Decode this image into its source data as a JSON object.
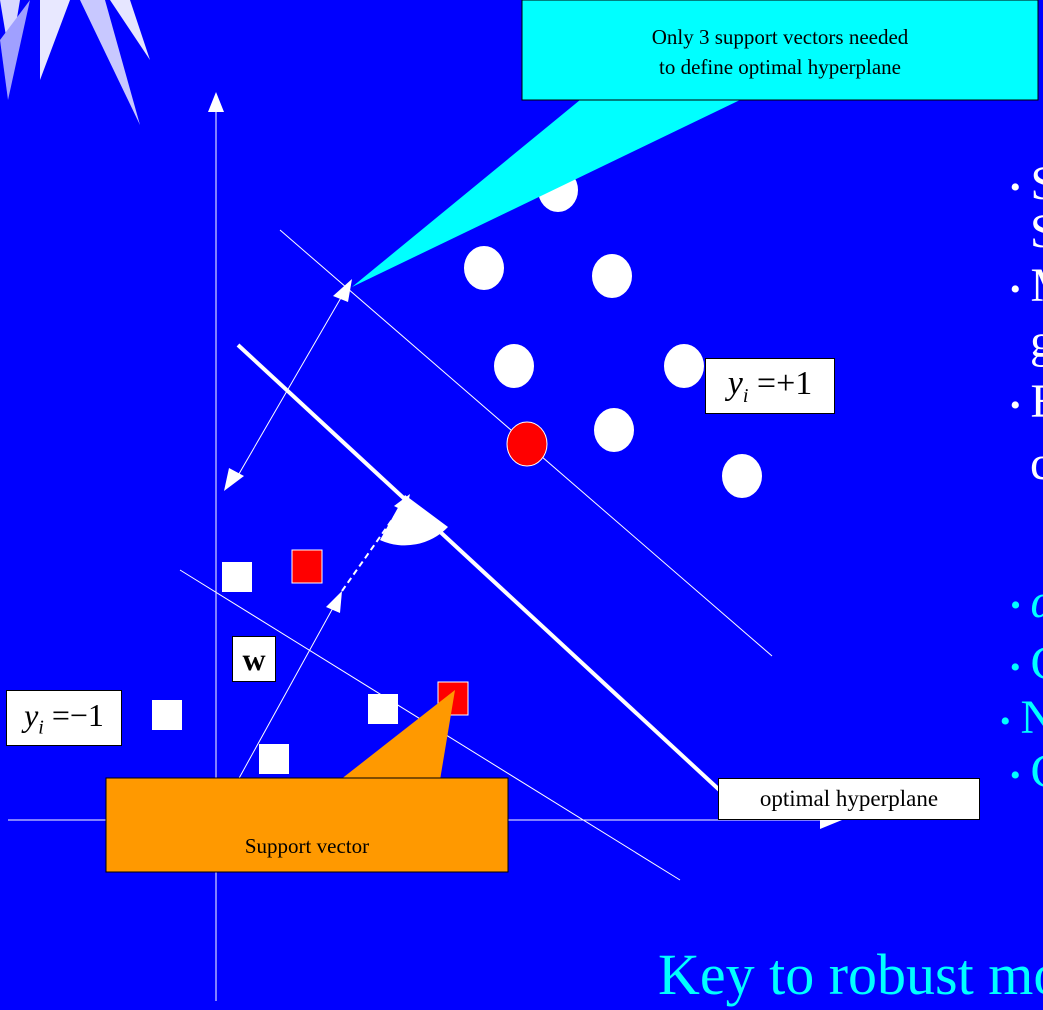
{
  "callout_top": {
    "line1": "Only 3 support vectors needed",
    "line2": "to define optimal  hyperplane"
  },
  "callout_bottom": {
    "text": "Support vector"
  },
  "labels": {
    "y_pos": {
      "var": "y",
      "sub": "i",
      "rest": " =+1"
    },
    "y_neg": {
      "var": "y",
      "sub": "i",
      "rest": " =−1"
    },
    "w": "w",
    "optimal_hyperplane": "optimal hyperplane"
  },
  "bullets_white": [
    {
      "id": "s",
      "text": "S"
    },
    {
      "id": "s2",
      "text": "S"
    },
    {
      "id": "m",
      "text": "M"
    },
    {
      "id": "g",
      "text": "g"
    },
    {
      "id": "e",
      "text": "E"
    },
    {
      "id": "c",
      "text": "c"
    }
  ],
  "bullets_cyan": [
    {
      "id": "alpha",
      "text": "α"
    },
    {
      "id": "c1",
      "text": "C"
    },
    {
      "id": "n",
      "text": "N"
    },
    {
      "id": "c2",
      "text": "C"
    }
  ],
  "footer": "Key to robust mod",
  "colors": {
    "background": "#0000ff",
    "callout_top": "#00ffff",
    "callout_bottom": "#ff9900",
    "support_vector": "#ff0000",
    "text_white": "#ffffff",
    "text_cyan": "#00ffff"
  }
}
